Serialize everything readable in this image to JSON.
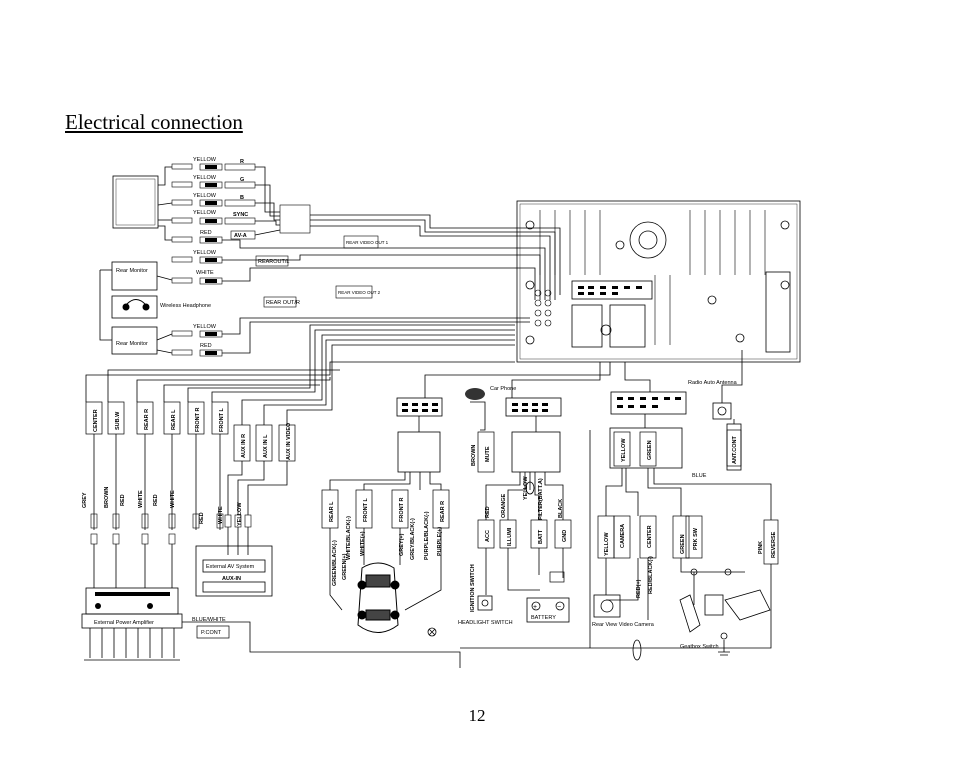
{
  "title": "Electrical connection",
  "page_number": "12",
  "top_labels": {
    "yellow1": "YELLOW",
    "r": "R",
    "yellow2": "YELLOW",
    "g": "G",
    "yellow3": "YELLOW",
    "b": "B",
    "yellow4": "YELLOW",
    "sync": "SYNC",
    "red1": "RED",
    "av_a": "AV-A",
    "yellow5": "YELLOW",
    "white1": "WHITE",
    "rear_monitor_1": "Rear Monitor",
    "rear_out_l": "REAROUT/L",
    "wireless_headphone": "Wireless Headphone",
    "rear_out_r": "REAR OUT/R",
    "yellow6": "YELLOW",
    "red2": "RED",
    "rear_monitor_2": "Rear Monitor",
    "rear_video_out1": "REAR VIDEO OUT 1",
    "rear_video_out2": "REAR VIDEO OUT 2"
  },
  "mid_labels": {
    "car_phone": "Car Phone",
    "radio_auto_antenna": "Radio Auto Antenna",
    "center": "CENTER",
    "sub_w": "SUB.W",
    "rear_r": "REAR R",
    "rear_l": "REAR L",
    "front_r": "FRONT R",
    "front_l": "FRONT L",
    "aux_in_r": "AUX IN R",
    "aux_in_l": "AUX IN L",
    "aux_in_video": "AUX IN VIDEO",
    "brown": "BROWN",
    "mute": "MUTE",
    "yellow": "YELLOW",
    "green": "GREEN",
    "ant_cont": "ANT.CONT",
    "blue": "BLUE"
  },
  "bottom_labels": {
    "grey": "GREY",
    "brown": "BROWN",
    "red1": "RED",
    "white1": "WHITE",
    "red2": "RED",
    "white2": "WHITE",
    "red3": "RED",
    "white3": "WHITE",
    "yellow": "YELLOW",
    "external_av_system": "External AV System",
    "aux_in": "AUX-IN",
    "external_power_amplifier": "External Power Amplifier",
    "blue_white": "BLUE/WHITE",
    "p_cont": "P.CONT",
    "rear_l": "REAR L",
    "white_black": "WHITE/BLACK(-)",
    "white_plus": "WHITE(+)",
    "front_l": "FRONT L",
    "front_r": "FRONT R",
    "grey_plus": "GREY(+)",
    "grey_black": "GREY/BLACK(-)",
    "purple_black": "PURPLE/BLACK(-)",
    "purple_plus": "PURPLE(+)",
    "rear_r": "REAR R",
    "green_black": "GREEN/BLACK(-)",
    "green_plus": "GREEN(+)",
    "red": "RED",
    "acc": "ACC",
    "orange": "ORANGE",
    "illumi": "ILLUMI",
    "yellow2": "YELLOW",
    "filter_batt": "FILTER(BATT.A)",
    "batt": "BATT",
    "black": "BLACK",
    "gnd": "GND",
    "ignition_switch": "IGNITION SWITCH",
    "headlight_switch": "HEADLIGHT SWITCH",
    "battery": "BATTERY",
    "yellow3": "YELLOW",
    "camera": "CAMERA",
    "center": "CENTER",
    "red_plus": "RED(+)",
    "red_black": "RED/BLACK(-)",
    "green2": "GREEN",
    "prk_sw": "PRK SW",
    "pink": "PINK",
    "reverse": "REVERSE",
    "rear_view_video_camera": "Rear View Video Camera",
    "gearbox_switch": "Geatbox Switch"
  }
}
